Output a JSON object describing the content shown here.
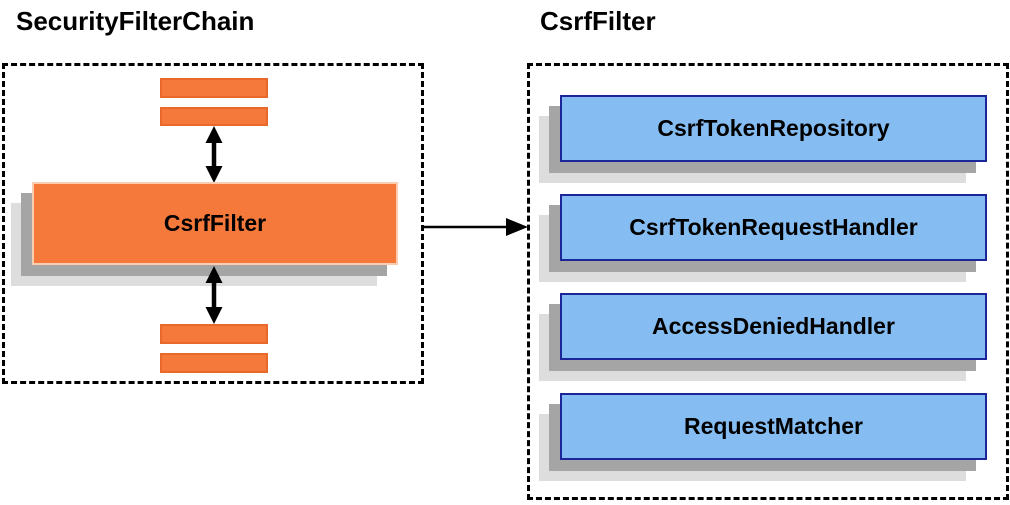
{
  "left_panel": {
    "title": "SecurityFilterChain",
    "filter_label": "CsrfFilter"
  },
  "right_panel": {
    "title": "CsrfFilter",
    "components": [
      {
        "label": "CsrfTokenRepository"
      },
      {
        "label": "CsrfTokenRequestHandler"
      },
      {
        "label": "AccessDeniedHandler"
      },
      {
        "label": "RequestMatcher"
      }
    ]
  },
  "colors": {
    "orange_fill": "#F5793B",
    "orange_border": "#E9692C",
    "orange_highlight": "#F8CDB0",
    "blue_fill": "#85BDF2",
    "blue_border": "#1D2698",
    "shadow_dark": "#A5A5A5",
    "shadow_light": "#DDDDDD",
    "line": "#000000",
    "text": "#000000"
  }
}
